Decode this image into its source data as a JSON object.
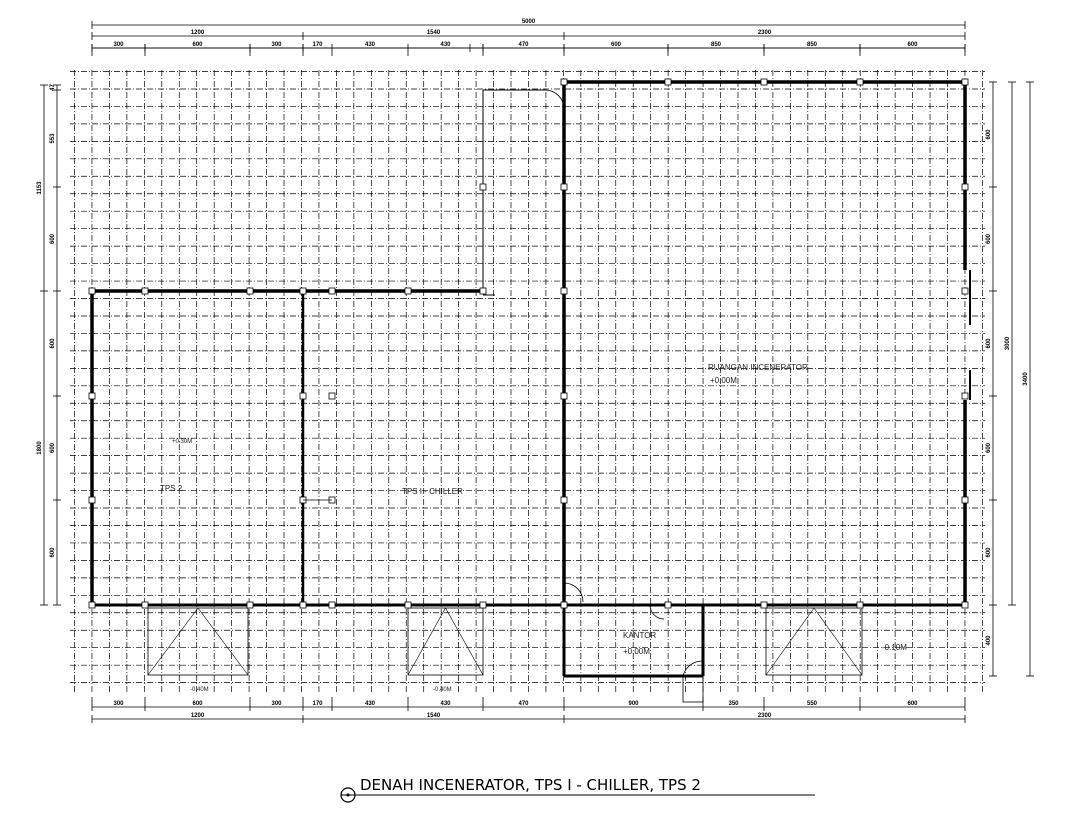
{
  "drawing": {
    "title": "DENAH INCENERATOR, TPS I - CHILLER, TPS 2",
    "rooms": {
      "incenerator": {
        "name": "RUANGAN INCENERATOR",
        "level": "+0.00M"
      },
      "tps2": {
        "name": "TPS 2",
        "level": "+0.30M"
      },
      "tps1": {
        "name": "TPS I - CHILLER"
      },
      "kantor": {
        "name": "KANTOR",
        "level": "+0.00M"
      },
      "outside_right": {
        "level": "-0.10M"
      },
      "canopy_left": {
        "level": "-0.40M"
      },
      "canopy_mid": {
        "level": "-0.40M"
      }
    },
    "dimensions": {
      "top_total": "5000",
      "top_groups": [
        "1200",
        "1540",
        "2300"
      ],
      "top_segments": [
        "300",
        "600",
        "300",
        "170",
        "430",
        "430",
        "470",
        "600",
        "850",
        "850",
        "600"
      ],
      "bottom_segments": [
        "300",
        "600",
        "300",
        "170",
        "430",
        "430",
        "470",
        "900",
        "350",
        "550",
        "600"
      ],
      "bottom_groups": [
        "1200",
        "1540",
        "2300"
      ],
      "left_segments": [
        "47",
        "553",
        "600",
        "600",
        "600",
        "600"
      ],
      "left_groups": [
        "1153",
        "1800"
      ],
      "right_segments": [
        "600",
        "600",
        "600",
        "600",
        "600",
        "400"
      ],
      "right_total_inner": "3000",
      "right_total_outer": "3400"
    }
  }
}
